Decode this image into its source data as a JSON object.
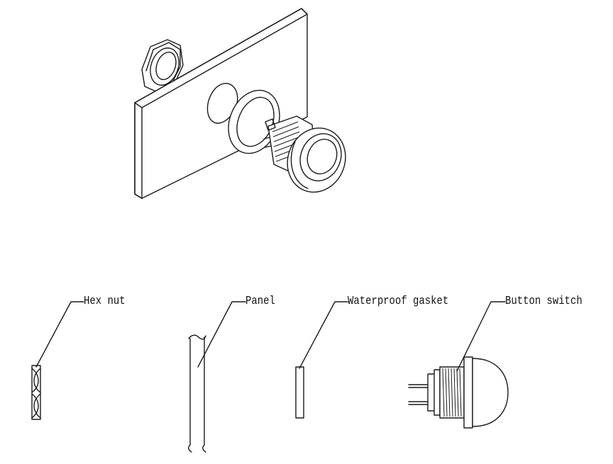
{
  "labels": {
    "hex_nut": "Hex nut",
    "panel": "Panel",
    "gasket": "Waterproof gasket",
    "button_switch": "Button switch"
  },
  "colors": {
    "line": "#1a1a1a",
    "background": "#ffffff"
  }
}
